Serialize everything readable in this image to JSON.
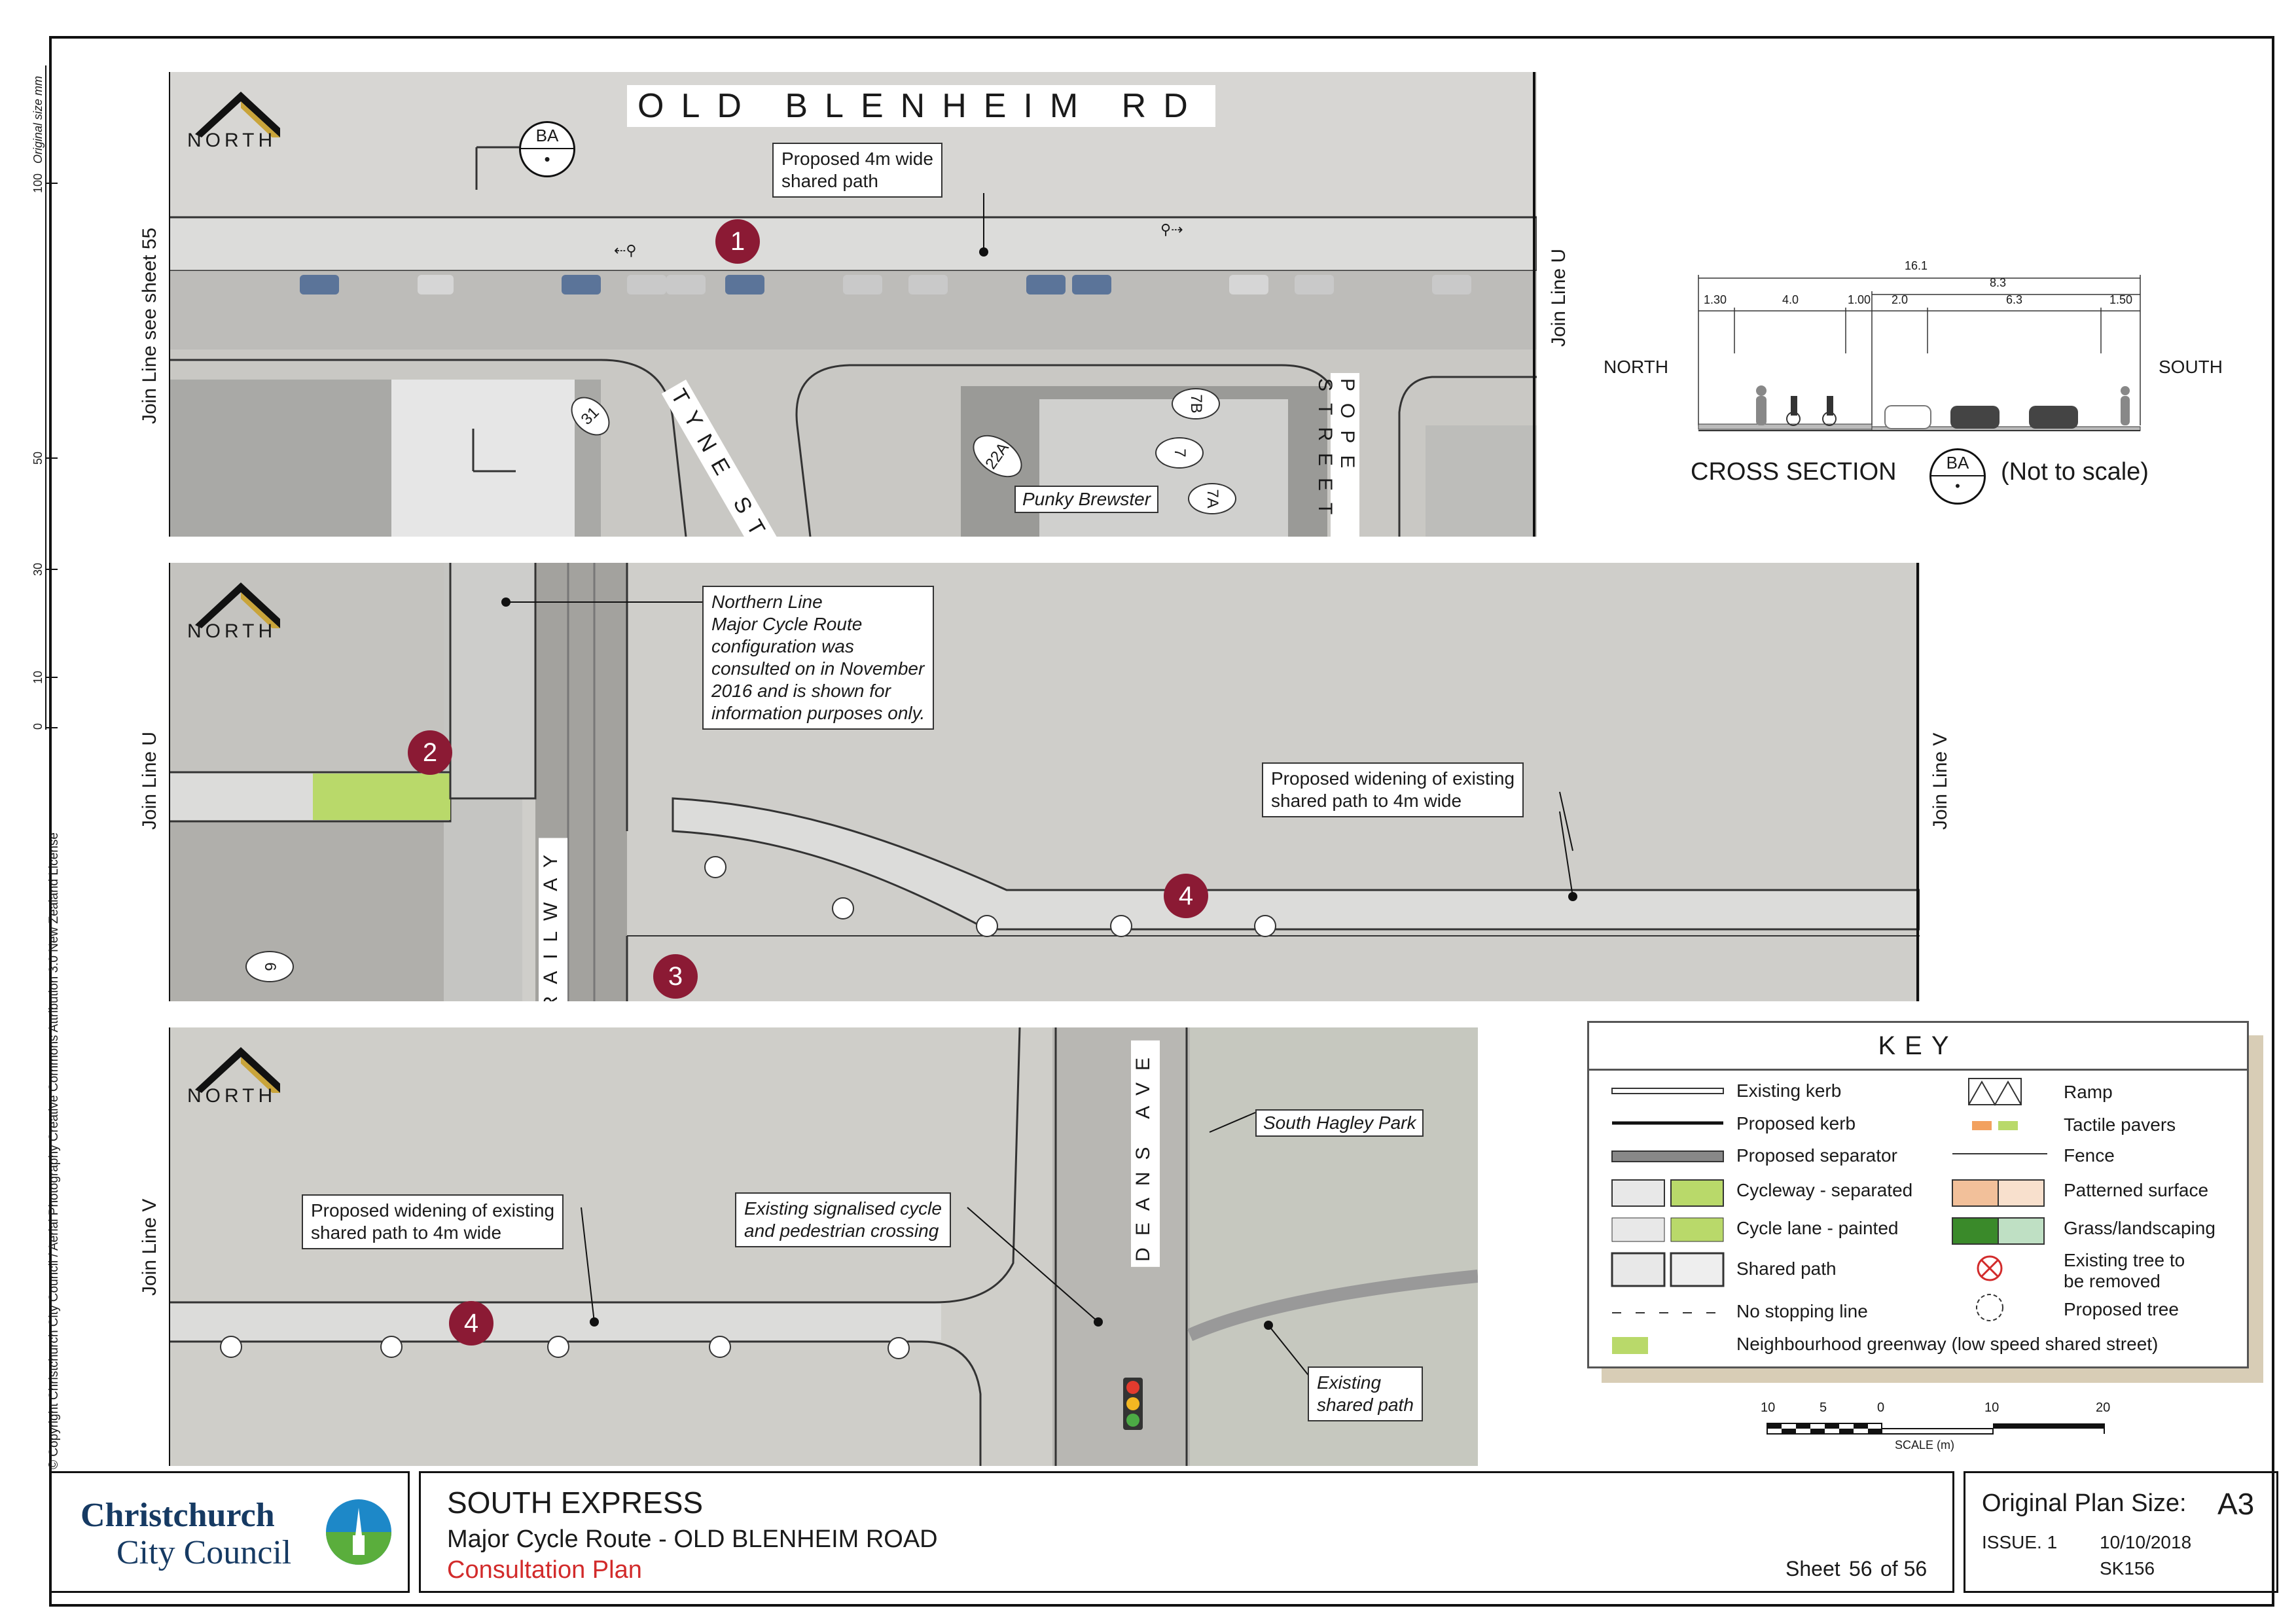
{
  "panel1": {
    "road_name": "OLD BLENHEIM RD",
    "north_label": "NORTH",
    "ba_label": "BA",
    "callout_shared_path": "Proposed 4m wide\nshared path",
    "marker": "1",
    "join_left": "Join Line see sheet 55",
    "join_right": "Join Line U",
    "tyne_st": "TYNE ST",
    "pope_street": "POPE STREET",
    "punky_brewster": "Punky Brewster",
    "lot_31": "31",
    "lot_22a": "22A",
    "lot_7b": "7B",
    "lot_7": "7",
    "lot_7a": "7A"
  },
  "cross_section": {
    "north_label": "NORTH",
    "south_label": "SOUTH",
    "title": "CROSS SECTION",
    "ba_label": "BA",
    "note": "(Not to scale)",
    "total": "16.1",
    "sub_total": "8.3",
    "dims": [
      "1.30",
      "4.0",
      "1.00",
      "2.0",
      "6.3",
      "1.50"
    ]
  },
  "panel2": {
    "north_label": "NORTH",
    "join_left": "Join Line U",
    "join_right": "Join Line V",
    "callout_northern": "Northern Line\nMajor Cycle Route\nconfiguration was\nconsulted on in November\n2016 and is shown for\ninformation purposes only.",
    "callout_widening": "Proposed widening of existing\nshared path to 4m wide",
    "railway": "RAILWAY",
    "marker_2": "2",
    "marker_3": "3",
    "marker_4": "4",
    "lot_6": "6"
  },
  "panel3": {
    "north_label": "NORTH",
    "join_left": "Join Line V",
    "deans_ave": "DEANS AVE",
    "callout_widening": "Proposed widening of existing\nshared path to 4m wide",
    "callout_signal": "Existing signalised cycle\nand pedestrian crossing",
    "callout_hagley": "South Hagley Park",
    "callout_existing": "Existing\nshared path",
    "marker_4": "4"
  },
  "key": {
    "title": "KEY",
    "items_left": [
      "Existing kerb",
      "Proposed kerb",
      "Proposed separator",
      "Cycleway - separated",
      "Cycle lane - painted",
      "Shared path",
      "No stopping line"
    ],
    "items_right": [
      "Ramp",
      "Tactile pavers",
      "Fence",
      "Patterned surface",
      "Grass/landscaping",
      "Existing tree to\nbe removed",
      "Proposed tree"
    ],
    "greenway": "Neighbourhood greenway (low speed shared street)"
  },
  "scale": {
    "ticks": [
      "10",
      "5",
      "0",
      "10",
      "20"
    ],
    "label": "SCALE (m)"
  },
  "ruler": {
    "label": "Original size mm",
    "ticks": [
      "100",
      "50",
      "30",
      "10",
      "0"
    ]
  },
  "copyright": "© Copyright Christchurch City Council  / Aerial Photography Creative Commons Attribution 3.0 New Zealand License",
  "title_block": {
    "org_line1": "Christchurch",
    "org_line2": "City Council",
    "project": "SOUTH EXPRESS",
    "subtitle": "Major Cycle Route - OLD BLENHEIM ROAD",
    "status": "Consultation Plan",
    "sheet_label": "Sheet",
    "sheet_num": "56",
    "sheet_of": "of 56",
    "plan_size_label": "Original Plan Size:",
    "plan_size": "A3",
    "issue": "ISSUE. 1",
    "date": "10/10/2018",
    "code": "SK156"
  },
  "colors": {
    "marker": "#8b1a34",
    "status_red": "#d22b2b",
    "green": "#b9d96a",
    "orange": "#f2a15f",
    "dark_green": "#3a8a2a"
  }
}
